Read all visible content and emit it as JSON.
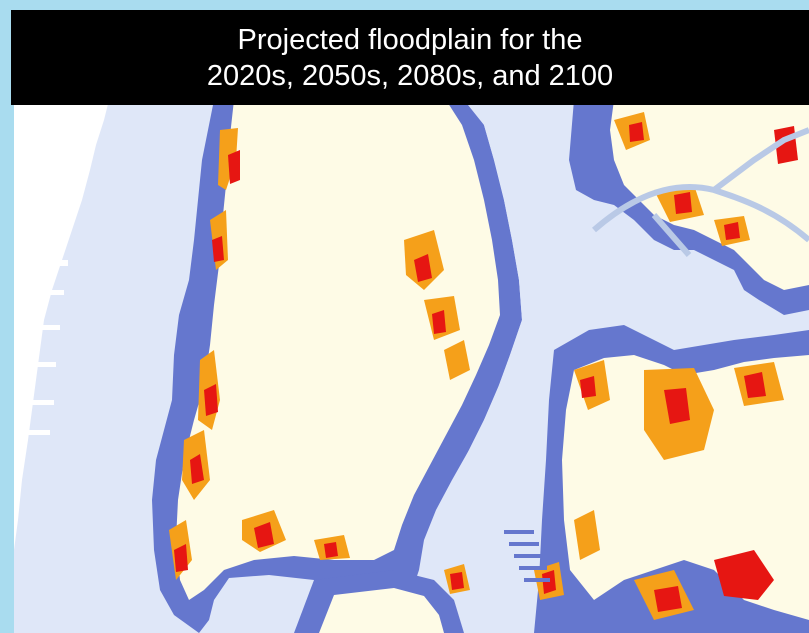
{
  "title": {
    "line1": "Projected floodplain for the",
    "line2": "2020s, 2050s, 2080s, and 2100"
  },
  "colors": {
    "frame": "#a9dcef",
    "title_bg": "#000000",
    "title_text": "#ffffff",
    "water": "#dfe7f8",
    "land": "#fefbe6",
    "flood_2020s": "#6577ce",
    "flood_2050s": "#f5a01a",
    "flood_2080s": "#e61612",
    "flood_2100": "#e61612",
    "other_land": "#ffffff",
    "bridge": "#b9c9e6"
  },
  "map": {
    "features": [
      "west-shore",
      "manhattan",
      "east-river",
      "north-borough",
      "east-borough",
      "south-borough",
      "bridges"
    ]
  }
}
